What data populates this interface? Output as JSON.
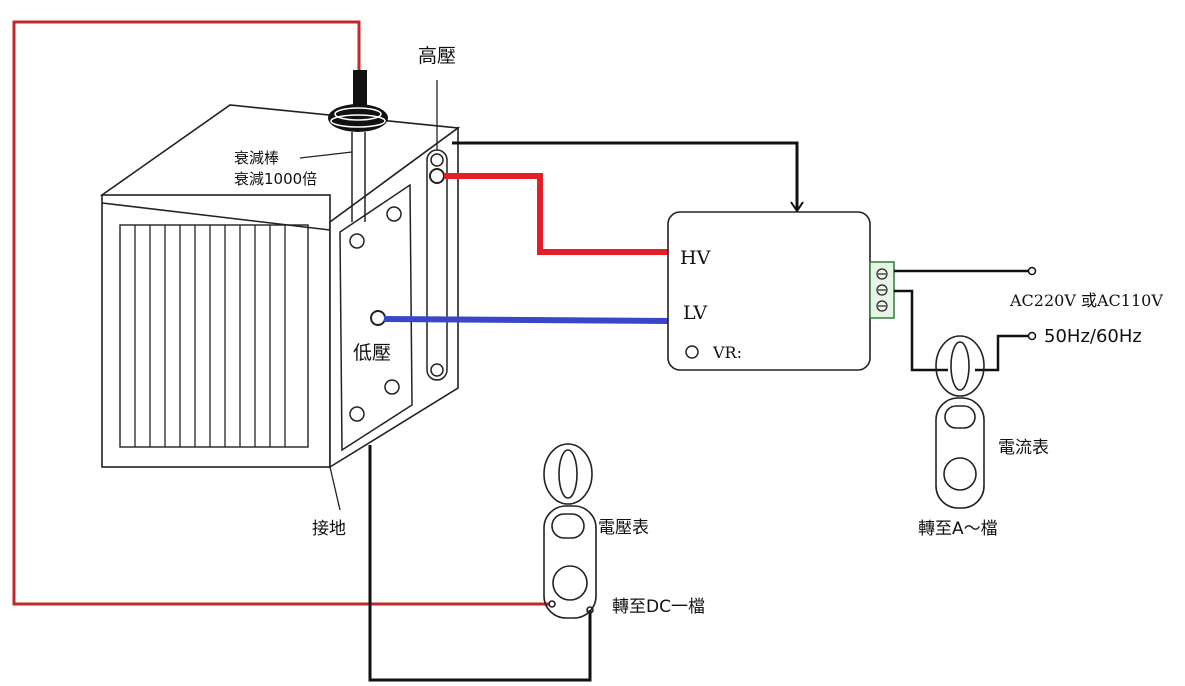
{
  "colors": {
    "red_wire": "#e3202a",
    "dark_red_wire": "#c0282c",
    "blue_wire": "#3a46c8",
    "black_wire": "#111111",
    "line": "#222222"
  },
  "labels": {
    "high_voltage": "高壓",
    "attenuator_rod": "衰減棒",
    "attenuation": "衰減1000倍",
    "low_voltage": "低壓",
    "ground": "接地",
    "hv": "HV",
    "lv": "LV",
    "vr": "VR:",
    "ac_supply": "AC220V 或AC110V",
    "frequency": "50Hz/60Hz",
    "ammeter": "電流表",
    "ammeter_range": "轉至A～檔",
    "voltmeter": "電壓表",
    "voltmeter_range": "轉至DC一檔"
  }
}
